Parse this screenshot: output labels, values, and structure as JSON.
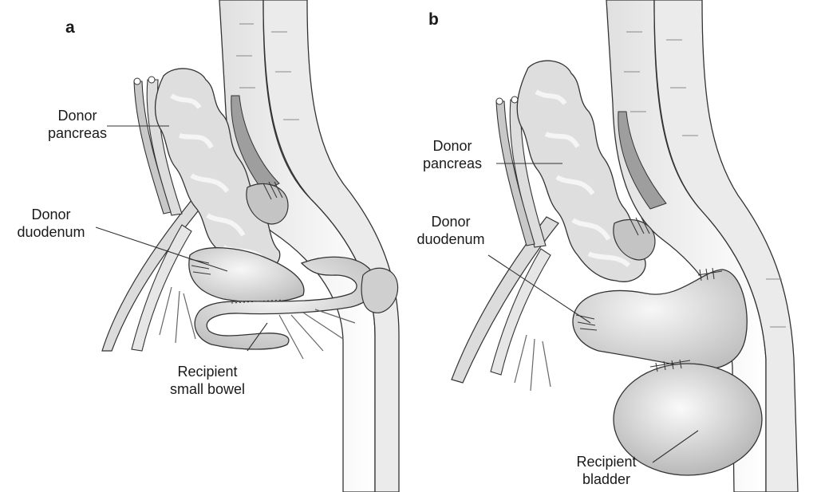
{
  "figure": {
    "panel_a": {
      "letter": "a",
      "labels": {
        "donor_pancreas": [
          "Donor",
          "pancreas"
        ],
        "donor_duodenum": [
          "Donor",
          "duodenum"
        ],
        "recipient_small_bowel": [
          "Recipient",
          "small bowel"
        ]
      }
    },
    "panel_b": {
      "letter": "b",
      "labels": {
        "donor_pancreas": [
          "Donor",
          "pancreas"
        ],
        "donor_duodenum": [
          "Donor",
          "duodenum"
        ],
        "recipient_bladder": [
          "Recipient",
          "bladder"
        ]
      }
    }
  },
  "colors": {
    "tissue_fill": "#d9d9d9",
    "tissue_light": "#ececec",
    "tissue_dark": "#a6a6a6",
    "outline": "#333333",
    "leader_line": "#333333"
  }
}
